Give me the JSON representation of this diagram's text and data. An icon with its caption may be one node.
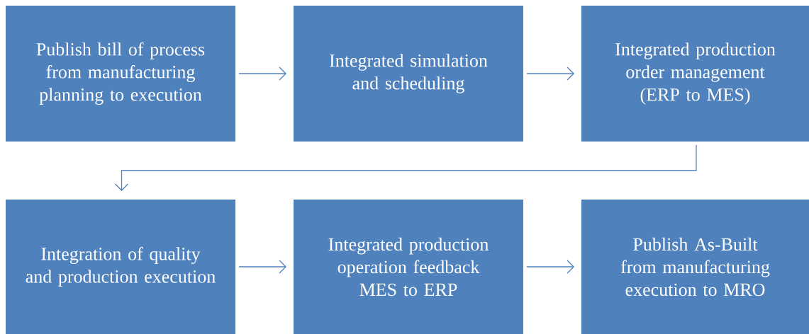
{
  "diagram": {
    "nodes": [
      {
        "text": [
          "Publish bill of process from manufacturing planning to execution"
        ]
      },
      {
        "text": [
          "Integrated simulation and scheduling"
        ]
      },
      {
        "text": [
          "Integrated production order management (ERP to MES)"
        ]
      },
      {
        "text": [
          "Integration of quality and production execution"
        ]
      },
      {
        "text": [
          "Integrated production operation feedback MES to ERP"
        ]
      },
      {
        "text": [
          "Publish As-Built from manufacturing execution to MRO"
        ]
      }
    ],
    "edges": [
      {
        "from": 0,
        "to": 1,
        "arrow": "to"
      },
      {
        "from": 1,
        "to": 2,
        "arrow": "to"
      },
      {
        "from": 2,
        "to": 3,
        "arrow": "to"
      },
      {
        "from": 3,
        "to": 4,
        "arrow": "to"
      },
      {
        "from": 4,
        "to": 5,
        "arrow": "to"
      }
    ]
  }
}
